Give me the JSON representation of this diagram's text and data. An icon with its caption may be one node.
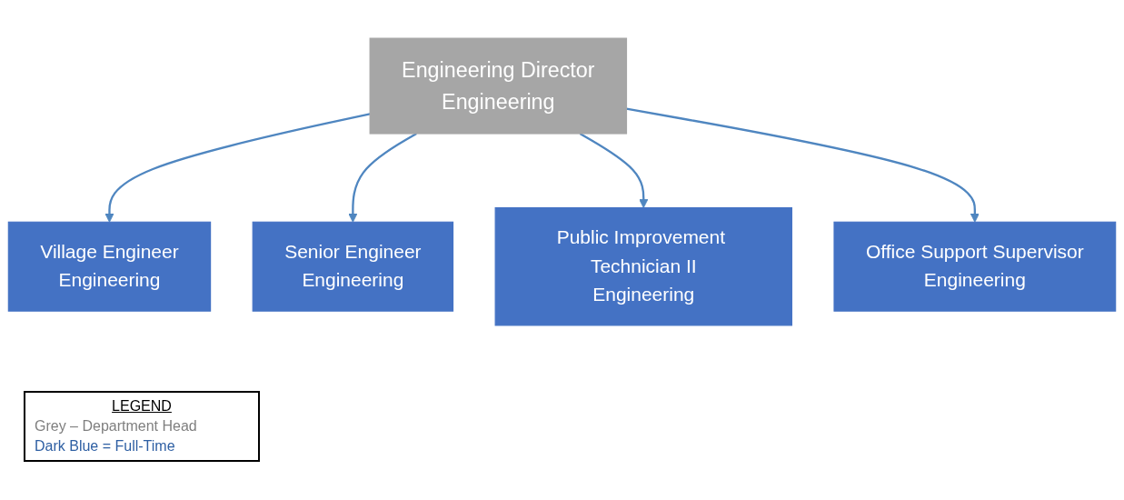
{
  "diagram": {
    "nodes": [
      {
        "text": [
          "Engineering Director",
          "Engineering"
        ]
      },
      {
        "text": [
          "Village Engineer",
          "Engineering"
        ]
      },
      {
        "text": [
          "Senior Engineer",
          "Engineering"
        ]
      },
      {
        "text": [
          "Public Improvement Technician II",
          "Engineering"
        ]
      },
      {
        "text": [
          "Office Support Supervisor",
          "Engineering"
        ]
      }
    ],
    "edges": [
      {
        "from": 0,
        "to": 1,
        "arrow": "to"
      },
      {
        "from": 0,
        "to": 2,
        "arrow": "to"
      },
      {
        "from": 0,
        "to": 3,
        "arrow": "to"
      },
      {
        "from": 0,
        "to": 4,
        "arrow": "to"
      }
    ],
    "labels": [
      "LEGEND"
    ],
    "legend": [
      {
        "text": "Grey – Department Head",
        "color": "#7f7f7f"
      },
      {
        "text": "Dark Blue = Full-Time",
        "color": "#2e5fa3"
      }
    ]
  }
}
